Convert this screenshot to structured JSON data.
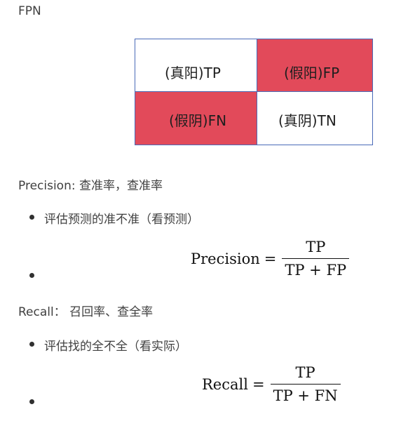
{
  "title": "FPN",
  "matrix": {
    "tp": "(真阳)TP",
    "fp": "(假阳)FP",
    "fn": "(假阴)FN",
    "tn": "(真阴)TN"
  },
  "precision": {
    "heading": "Precision: 查准率，查准率",
    "bullet_text": "评估预测的准不准（看预测）",
    "formula": {
      "lhs": "Precision",
      "eq": "=",
      "numerator": "TP",
      "denominator": "TP + FP"
    }
  },
  "recall": {
    "heading": "Recall： 召回率、查全率",
    "bullet_text": "评估找的全不全（看实际）",
    "formula": {
      "lhs": "Recall",
      "eq": "=",
      "numerator": "TP",
      "denominator": "TP + FN"
    }
  },
  "colors": {
    "highlight": "#e24a5a",
    "border": "#4a6ab8",
    "text": "#404040"
  }
}
